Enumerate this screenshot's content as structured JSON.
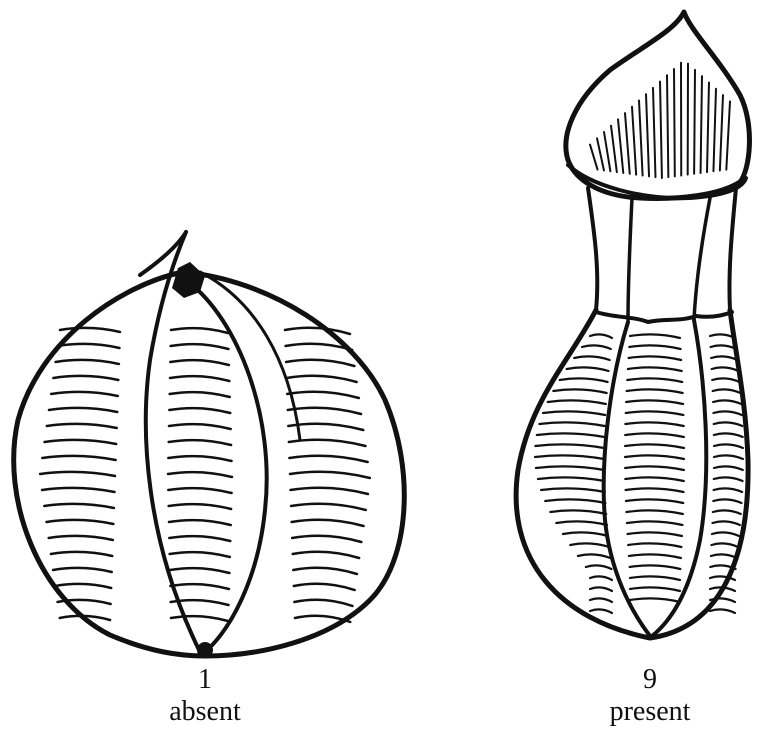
{
  "figures": [
    {
      "number": "1",
      "state": "absent"
    },
    {
      "number": "9",
      "state": "present"
    }
  ],
  "colors": {
    "ink": "#111111",
    "background": "#ffffff"
  }
}
